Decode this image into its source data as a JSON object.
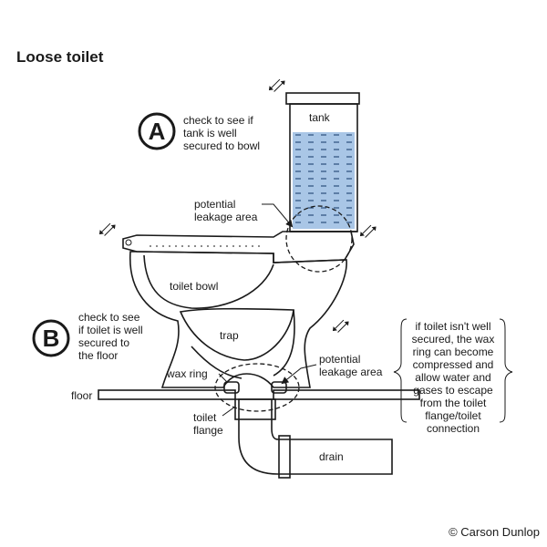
{
  "title": "Loose toilet",
  "badges": {
    "a": "A",
    "b": "B"
  },
  "note_a": [
    "check to see if",
    "tank is well",
    "secured to bowl"
  ],
  "note_b": [
    "check to see",
    "if toilet is well",
    "secured to",
    "the floor"
  ],
  "labels": {
    "tank": "tank",
    "toilet_bowl": "toilet bowl",
    "trap": "trap",
    "wax_ring": "wax ring",
    "floor": "floor",
    "toilet_flange": [
      "toilet",
      "flange"
    ],
    "drain": "drain",
    "leak_upper": [
      "potential",
      "leakage area"
    ],
    "leak_lower": [
      "potential",
      "leakage area"
    ]
  },
  "side_note": [
    "if toilet isn't well",
    "secured, the wax",
    "ring can become",
    "compressed and",
    "allow water and",
    "gases to escape",
    "from the toilet",
    "flange/toilet",
    "connection"
  ],
  "copyright": "© Carson Dunlop",
  "colors": {
    "porcelain": "#f7e6d8",
    "water": "#a9c6e6",
    "pipe": "#8a8a8a",
    "floor": "#cfcfcf"
  }
}
